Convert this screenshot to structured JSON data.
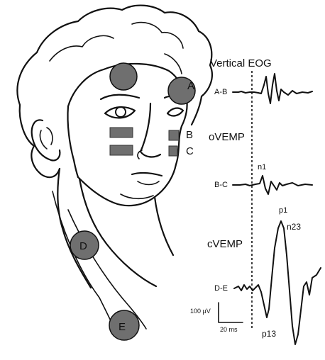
{
  "labels": {
    "electrode_a": "A",
    "electrode_b": "B",
    "electrode_c": "C",
    "electrode_d": "D",
    "electrode_e": "E"
  },
  "traces": {
    "title": "Vertical EOG",
    "veog_channel": "A-B",
    "ovemp_title": "oVEMP",
    "ovemp_channel": "B-C",
    "ovemp_peak_1": "n1",
    "ovemp_peak_2": "p1",
    "cvemp_title": "cVEMP",
    "cvemp_channel": "D-E",
    "cvemp_peak_1": "p13",
    "cvemp_peak_2": "n23"
  },
  "scale_bar": {
    "amplitude": "100 µV",
    "time": "20 ms"
  },
  "colors": {
    "electrode_fill": "#6f6f6f",
    "line": "#111111"
  }
}
